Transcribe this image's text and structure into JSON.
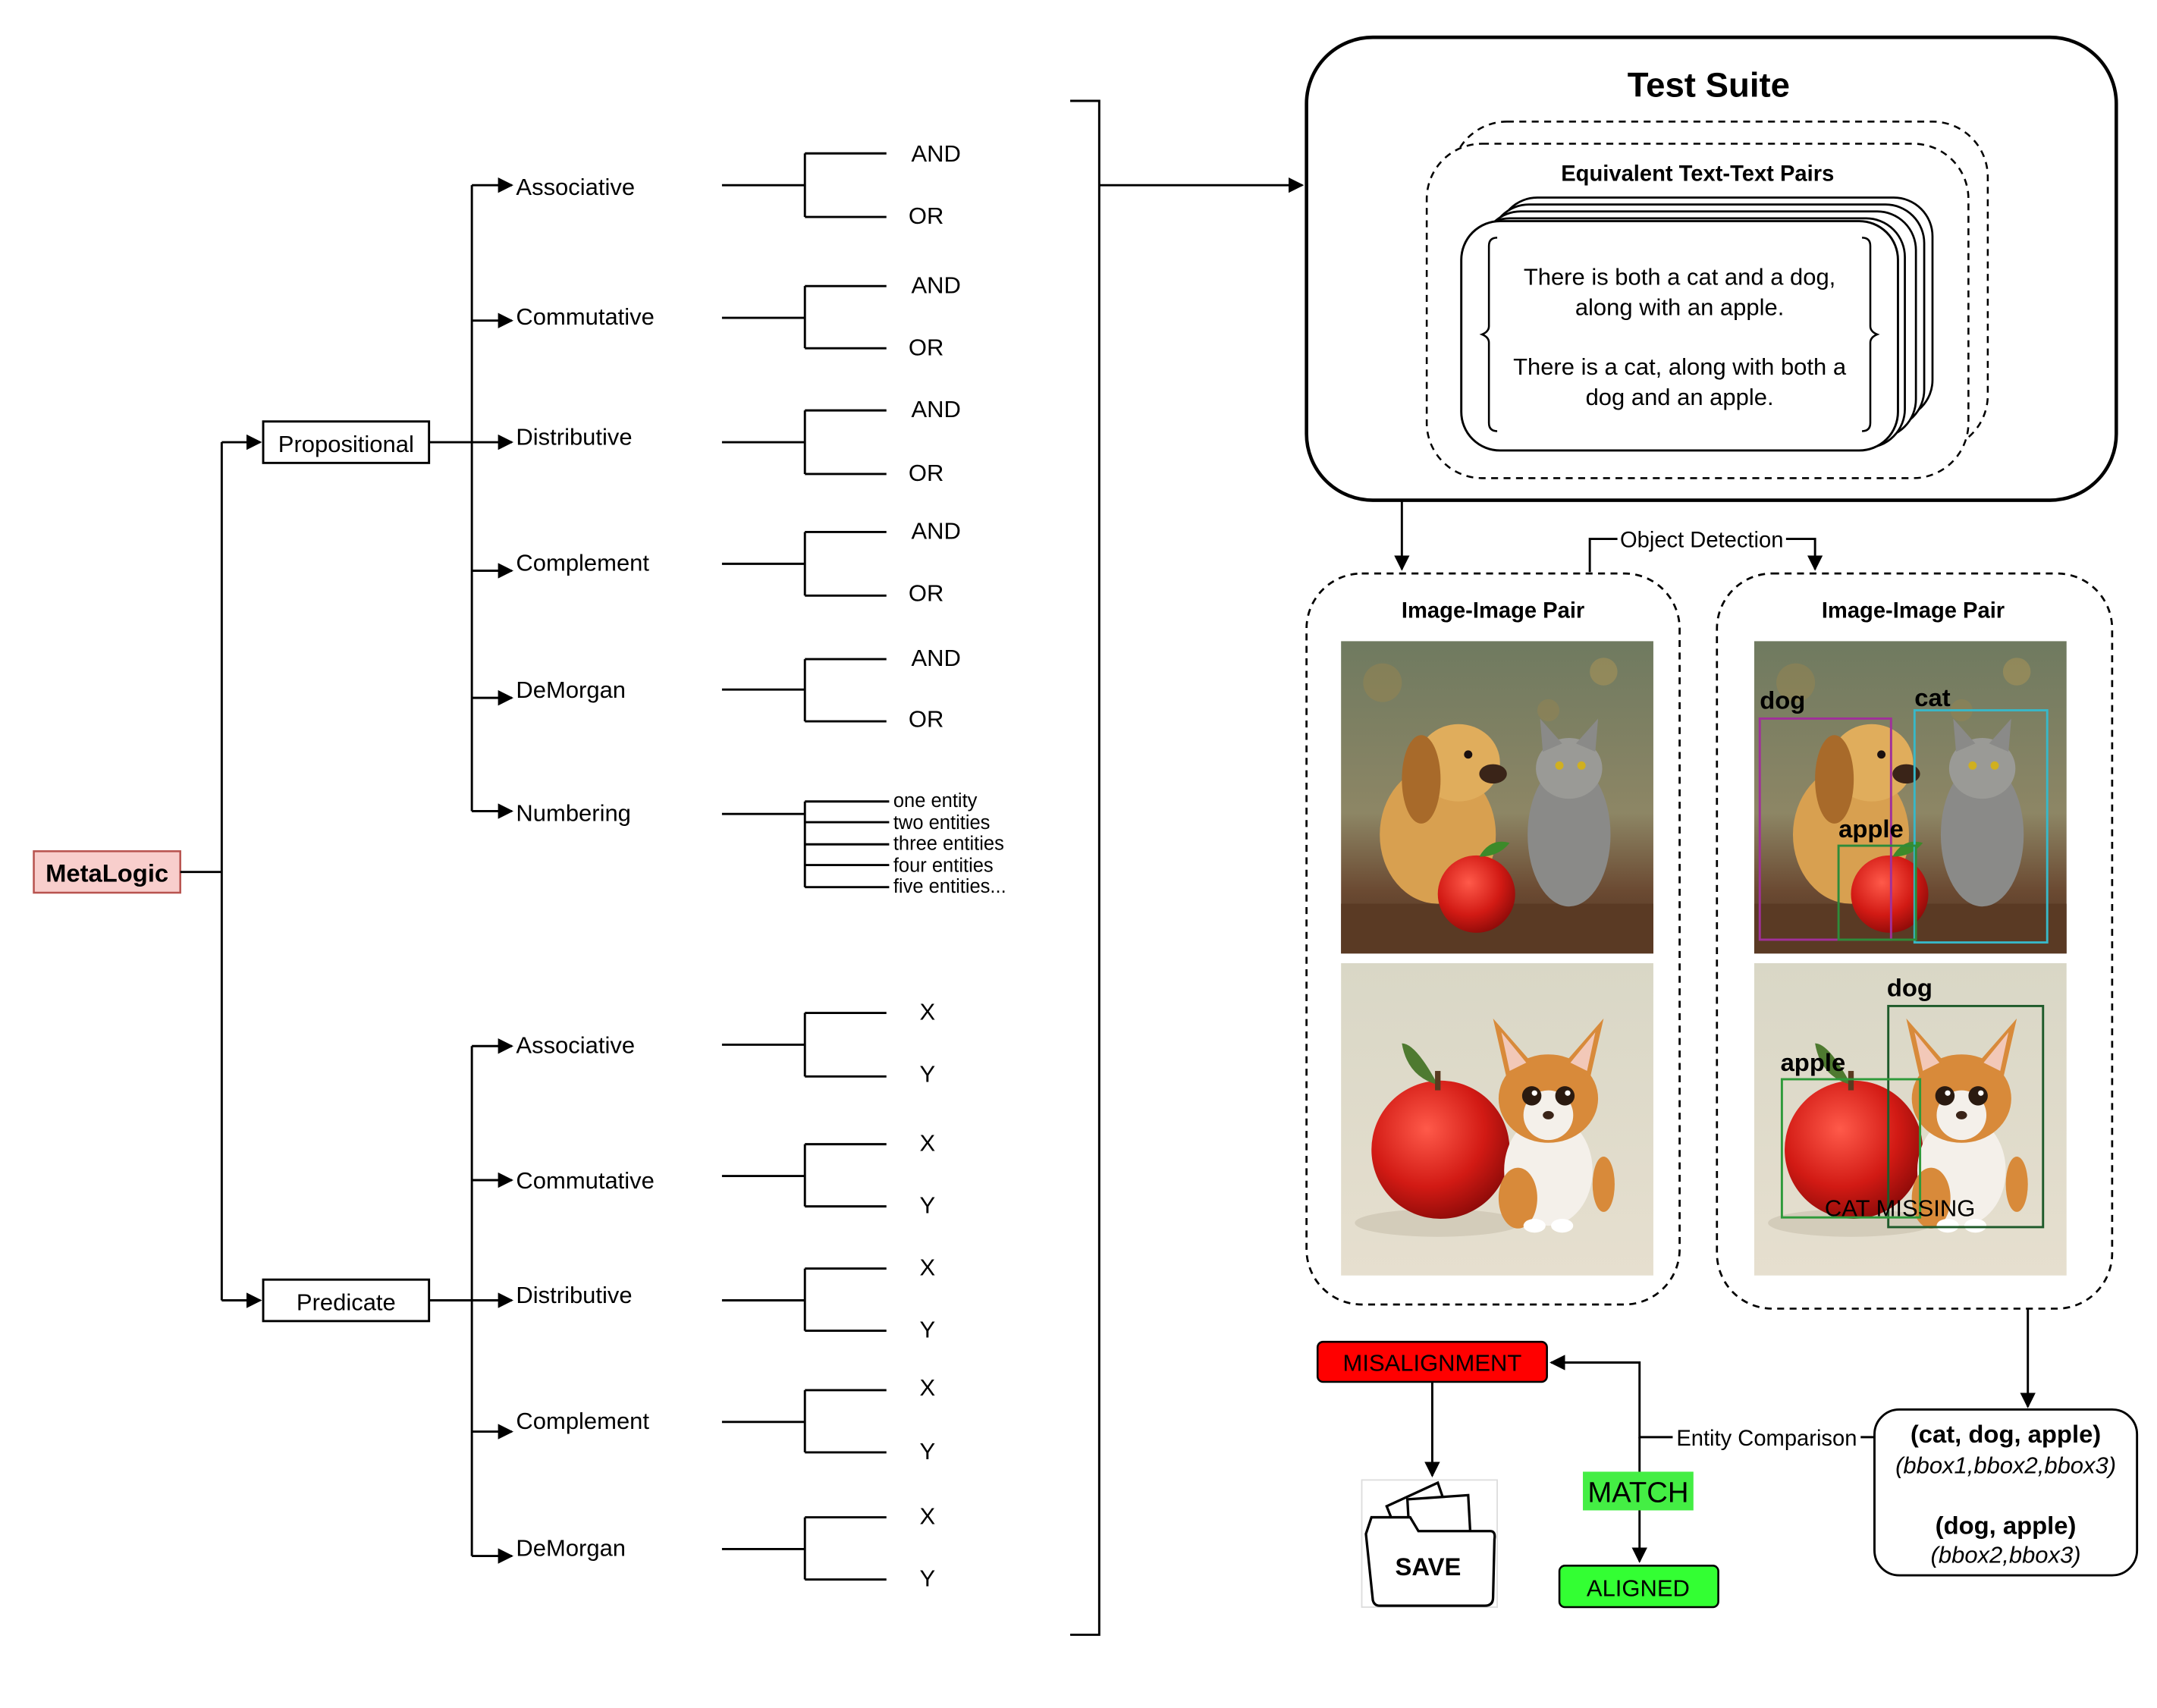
{
  "root": "MetaLogic",
  "propositional": {
    "label": "Propositional",
    "laws": [
      {
        "name": "Associative",
        "leaves": [
          "AND",
          "OR"
        ]
      },
      {
        "name": "Commutative",
        "leaves": [
          "AND",
          "OR"
        ]
      },
      {
        "name": "Distributive",
        "leaves": [
          "AND",
          "OR"
        ]
      },
      {
        "name": "Complement",
        "leaves": [
          "AND",
          "OR"
        ]
      },
      {
        "name": "DeMorgan",
        "leaves": [
          "AND",
          "OR"
        ]
      }
    ],
    "numbering": {
      "name": "Numbering",
      "leaves": [
        "one entity",
        "two entities",
        "three entities",
        "four entities",
        "five entities..."
      ]
    }
  },
  "predicate": {
    "label": "Predicate",
    "laws": [
      {
        "name": "Associative",
        "leaves": [
          "X",
          "Y"
        ]
      },
      {
        "name": "Commutative",
        "leaves": [
          "X",
          "Y"
        ]
      },
      {
        "name": "Distributive",
        "leaves": [
          "X",
          "Y"
        ]
      },
      {
        "name": "Complement",
        "leaves": [
          "X",
          "Y"
        ]
      },
      {
        "name": "DeMorgan",
        "leaves": [
          "X",
          "Y"
        ]
      }
    ]
  },
  "test_suite": {
    "title": "Test Suite",
    "pairs_title": "Equivalent Text-Text Pairs",
    "sentence_1": [
      "There is both a cat and a dog,",
      "along with an apple."
    ],
    "sentence_2": [
      "There is a cat, along with both a",
      "dog and an apple."
    ]
  },
  "object_detection_label": "Object Detection",
  "image_pair_left": {
    "title": "Image-Image Pair"
  },
  "image_pair_right": {
    "title": "Image-Image Pair",
    "top_labels": [
      "dog",
      "cat",
      "apple"
    ],
    "bottom_labels": [
      "dog",
      "apple",
      "CAT MISSING"
    ]
  },
  "label_colors": {
    "dog_top": "#a0309a",
    "cat": "#38b8c8",
    "apple": "#2e8b3a",
    "dog_bottom": "#1e5a2a",
    "missing": "#e01010"
  },
  "entity_box": {
    "line1": "(cat, dog, apple)",
    "line2": "(bbox1,bbox2,bbox3)",
    "line3": "(dog, apple)",
    "line4": "(bbox2,bbox3)"
  },
  "entity_comparison_label": "Entity Comparison",
  "misalignment": {
    "label": "MISALIGNMENT",
    "color": "#ff0000"
  },
  "match": {
    "label": "MATCH",
    "color": "#44ee44"
  },
  "aligned": {
    "label": "ALIGNED",
    "color": "#33ff33"
  },
  "save_label": "SAVE",
  "root_color": "#f8cecc"
}
